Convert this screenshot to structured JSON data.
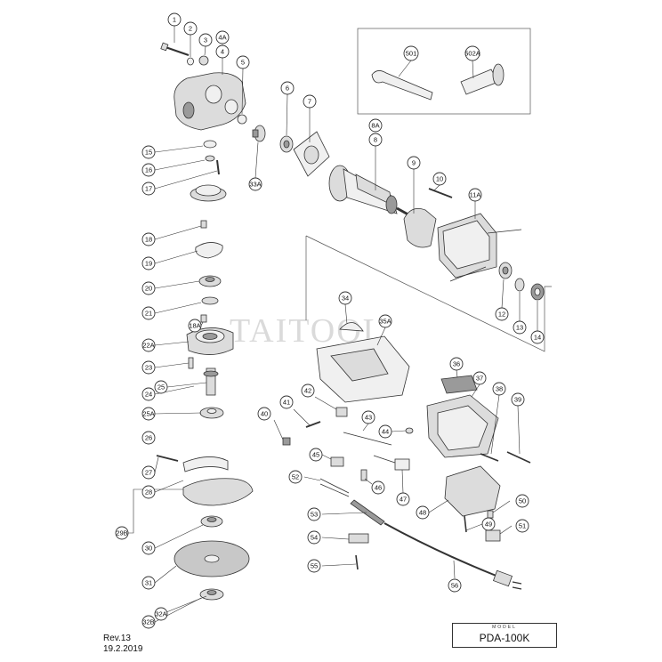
{
  "watermark": "TAITOOL",
  "footer": {
    "revision": "Rev.13",
    "date": "19.2.2019"
  },
  "model": {
    "caption": "MODEL",
    "name": "PDA-100K"
  },
  "part_labels": [
    "1",
    "2",
    "3",
    "4A",
    "4",
    "5",
    "6",
    "7",
    "8A",
    "8",
    "9",
    "10",
    "11A",
    "12",
    "13",
    "14",
    "15",
    "16",
    "17",
    "33A",
    "18",
    "19",
    "20",
    "21",
    "18A",
    "22A",
    "23",
    "24",
    "25A",
    "25",
    "26",
    "27",
    "28",
    "29B",
    "30",
    "31",
    "32B",
    "32A",
    "34",
    "35A",
    "36",
    "37",
    "38",
    "39",
    "40",
    "41",
    "42",
    "43",
    "44",
    "45",
    "46",
    "47",
    "48",
    "49",
    "50",
    "51",
    "52",
    "53",
    "54",
    "55",
    "56",
    "501",
    "502A"
  ]
}
